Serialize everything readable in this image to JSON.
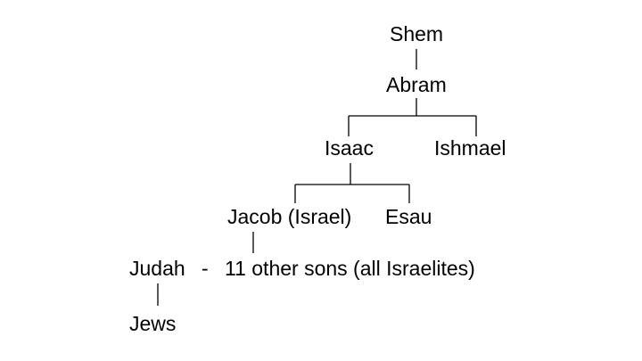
{
  "tree": {
    "shem": "Shem",
    "abram": "Abram",
    "isaac": "Isaac",
    "ishmael": "Ishmael",
    "jacob": "Jacob (Israel)",
    "esau": "Esau",
    "judah": "Judah",
    "separator": "-",
    "other_sons": "11 other sons (all Israelites)",
    "jews": "Jews"
  }
}
